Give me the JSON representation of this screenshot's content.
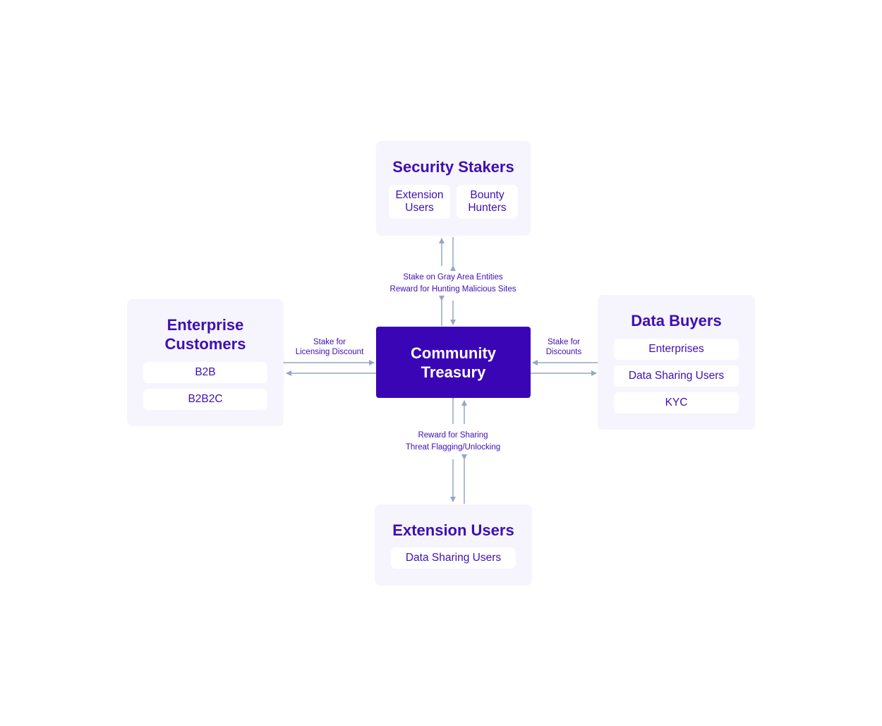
{
  "colors": {
    "accent": "#3d0fb3",
    "treasury_fill": "#3a06b5",
    "panel_bg": "#f6f4fd",
    "arrow": "#93a7c4"
  },
  "security_stakers": {
    "title": "Security Stakers",
    "items": [
      "Extension\nUsers",
      "Bounty\nHunters"
    ]
  },
  "enterprise_customers": {
    "title": "Enterprise\nCustomers",
    "items": [
      "B2B",
      "B2B2C"
    ]
  },
  "data_buyers": {
    "title": "Data Buyers",
    "items": [
      "Enterprises",
      "Data Sharing Users",
      "KYC"
    ]
  },
  "extension_users": {
    "title": "Extension Users",
    "items": [
      "Data Sharing Users"
    ]
  },
  "treasury": {
    "title": "Community\nTreasury"
  },
  "flows": {
    "top": "Stake on Gray Area Entities\nReward for Hunting Malicious Sites",
    "left": "Stake for\nLicensing Discount",
    "right": "Stake for\nDiscounts",
    "bottom": "Reward for Sharing\nThreat Flagging/Unlocking"
  }
}
